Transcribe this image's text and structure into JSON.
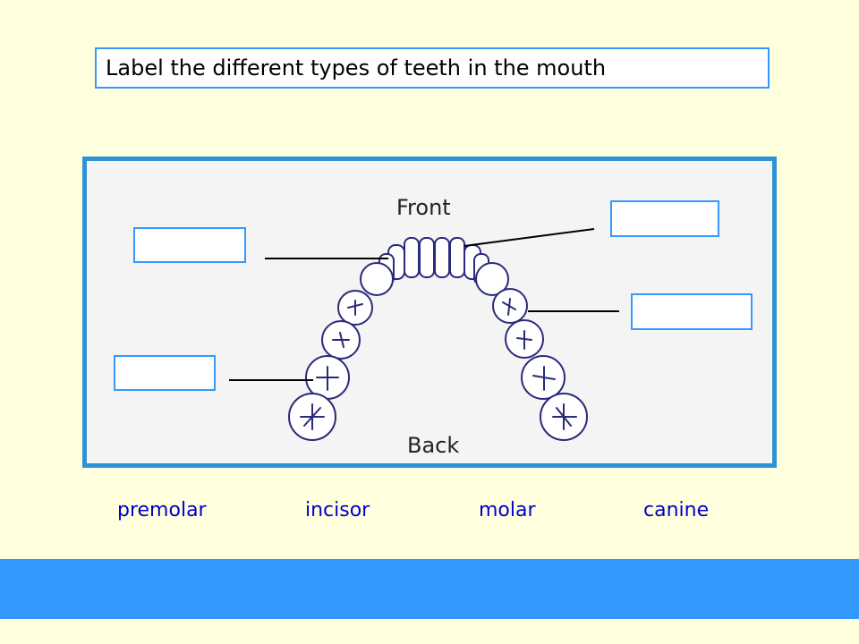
{
  "title": "Label the different types of teeth in the mouth",
  "diagram": {
    "front_label": "Front",
    "back_label": "Back"
  },
  "word_bank": [
    "premolar",
    "incisor",
    "molar",
    "canine"
  ],
  "answer_boxes": [
    {
      "value": ""
    },
    {
      "value": ""
    },
    {
      "value": ""
    },
    {
      "value": ""
    }
  ],
  "colors": {
    "background": "#ffffdd",
    "accent": "#3399ff",
    "panel_border": "#2e92d6",
    "word_text": "#0000cc"
  }
}
